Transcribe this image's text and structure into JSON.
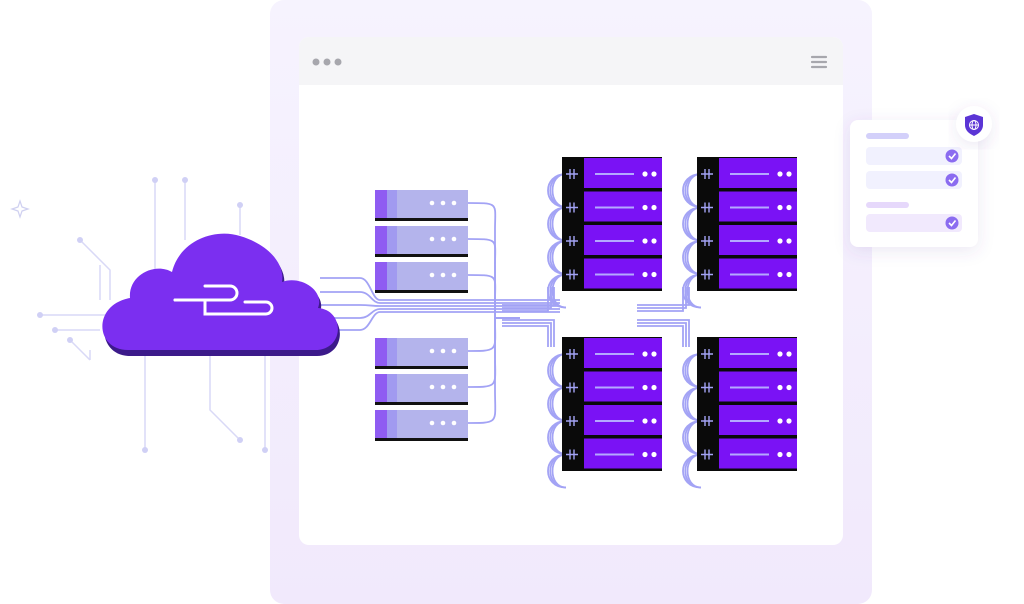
{
  "colors": {
    "primary_purple": "#7a12f5",
    "cloud_purple": "#7b2ff0",
    "rack_black": "#0a0a0a",
    "light_rack": "#b4b4ec",
    "light_rack_accent": "#8f5cf2",
    "cable": "#a3a3f5",
    "panel_bg": "#f4effd",
    "window_header": "#f5f5f7",
    "check_badge": "#8b6cf0",
    "shield": "#5b35d5"
  },
  "icons": {
    "window_dots": "three-dots-icon",
    "window_menu": "hamburger-menu-icon",
    "security_badge": "shield-globe-icon",
    "check": "check-circle-icon",
    "cloud": "cloud-icon",
    "sparkle": "sparkle-icon"
  },
  "security_card": {
    "groups": [
      {
        "items_checked": [
          true,
          true
        ]
      },
      {
        "items_checked": [
          true
        ]
      }
    ]
  },
  "racks": {
    "light_racks": 2,
    "light_units_per_rack": 3,
    "purple_racks": 4,
    "purple_units_per_rack": 4
  }
}
